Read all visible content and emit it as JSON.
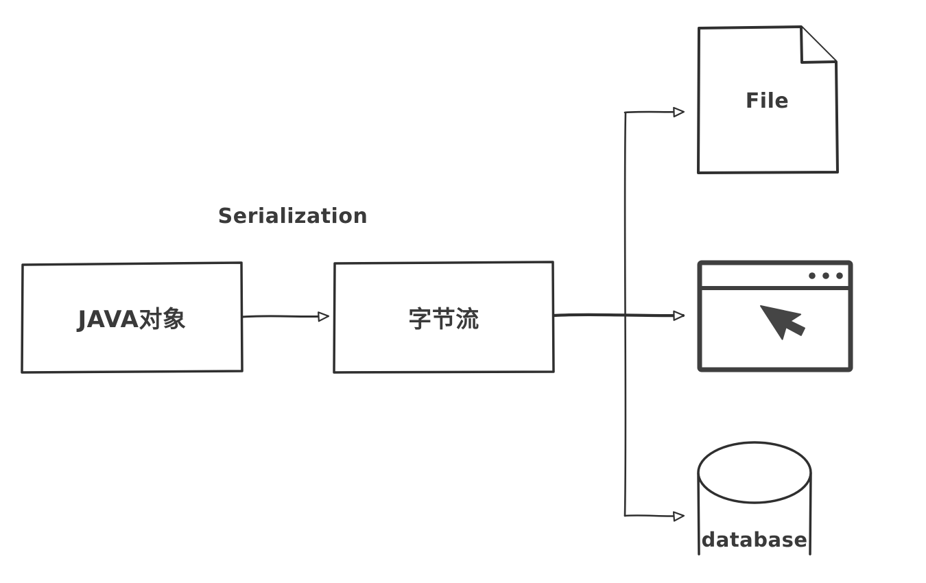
{
  "diagram": {
    "background": "#ffffff",
    "ink_color": "#2f2f2f",
    "icon_color": "#3f3f3f",
    "labels": {
      "serialization": "Serialization",
      "java_object": "JAVA对象",
      "byte_stream": "字节流",
      "file": "File",
      "database": "database"
    },
    "nodes": [
      {
        "id": "java_object",
        "label": "JAVA对象",
        "shape": "rectangle"
      },
      {
        "id": "byte_stream",
        "label": "字节流",
        "shape": "rectangle"
      },
      {
        "id": "file",
        "label": "File",
        "shape": "document-icon"
      },
      {
        "id": "app_window",
        "label": "",
        "shape": "browser-window-icon"
      },
      {
        "id": "database",
        "label": "database",
        "shape": "cylinder-icon"
      }
    ],
    "edges": [
      {
        "from": "java_object",
        "to": "byte_stream",
        "label": "Serialization"
      },
      {
        "from": "byte_stream",
        "to": "file",
        "label": ""
      },
      {
        "from": "byte_stream",
        "to": "app_window",
        "label": ""
      },
      {
        "from": "byte_stream",
        "to": "database",
        "label": ""
      }
    ]
  }
}
